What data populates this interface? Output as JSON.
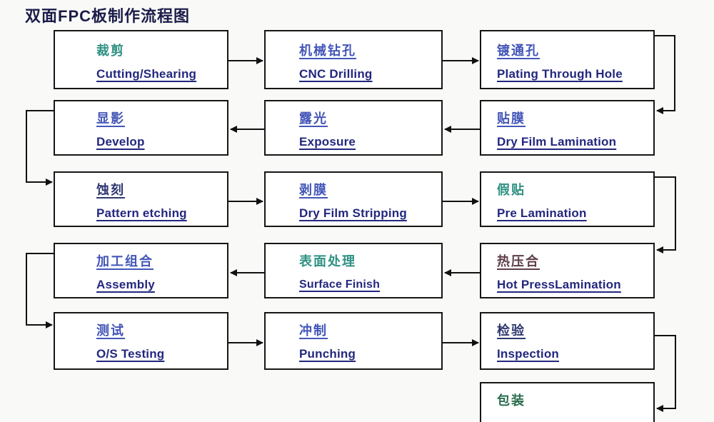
{
  "title": "双面FPC板制作流程图",
  "colors": {
    "background": "#f9faf7",
    "box_fill": "#ffffff",
    "box_border": "#161616",
    "arrow": "#111111",
    "title_text": "#1c1c4a",
    "english_text": "#23277e",
    "chinese_blue": "#4356b8",
    "chinese_navy": "#2e3870",
    "chinese_teal": "#2f9182",
    "chinese_green": "#2a6d4e",
    "chinese_maroon": "#5d3c49"
  },
  "boxes": [
    {
      "zh": "裁剪",
      "en": "Cutting/Shearing"
    },
    {
      "zh": "机械钻孔",
      "en": "CNC Drilling"
    },
    {
      "zh": "镀通孔",
      "en": "Plating Through Hole"
    },
    {
      "zh": "显影",
      "en": "Develop"
    },
    {
      "zh": "露光",
      "en": "Exposure"
    },
    {
      "zh": "贴膜",
      "en": "Dry Film Lamination"
    },
    {
      "zh": "蚀刻",
      "en": "Pattern etching"
    },
    {
      "zh": "剥膜",
      "en": "Dry Film Stripping"
    },
    {
      "zh": "假贴",
      "en": "Pre Lamination"
    },
    {
      "zh": "加工组合",
      "en": "Assembly"
    },
    {
      "zh": "表面处理",
      "en": "Surface  Finish"
    },
    {
      "zh": "热压合",
      "en": "Hot PressLamination"
    },
    {
      "zh": "测试",
      "en": "O/S Testing"
    },
    {
      "zh": "冲制",
      "en": "Punching"
    },
    {
      "zh": "检验",
      "en": "Inspection"
    },
    {
      "zh": "包装"
    }
  ]
}
